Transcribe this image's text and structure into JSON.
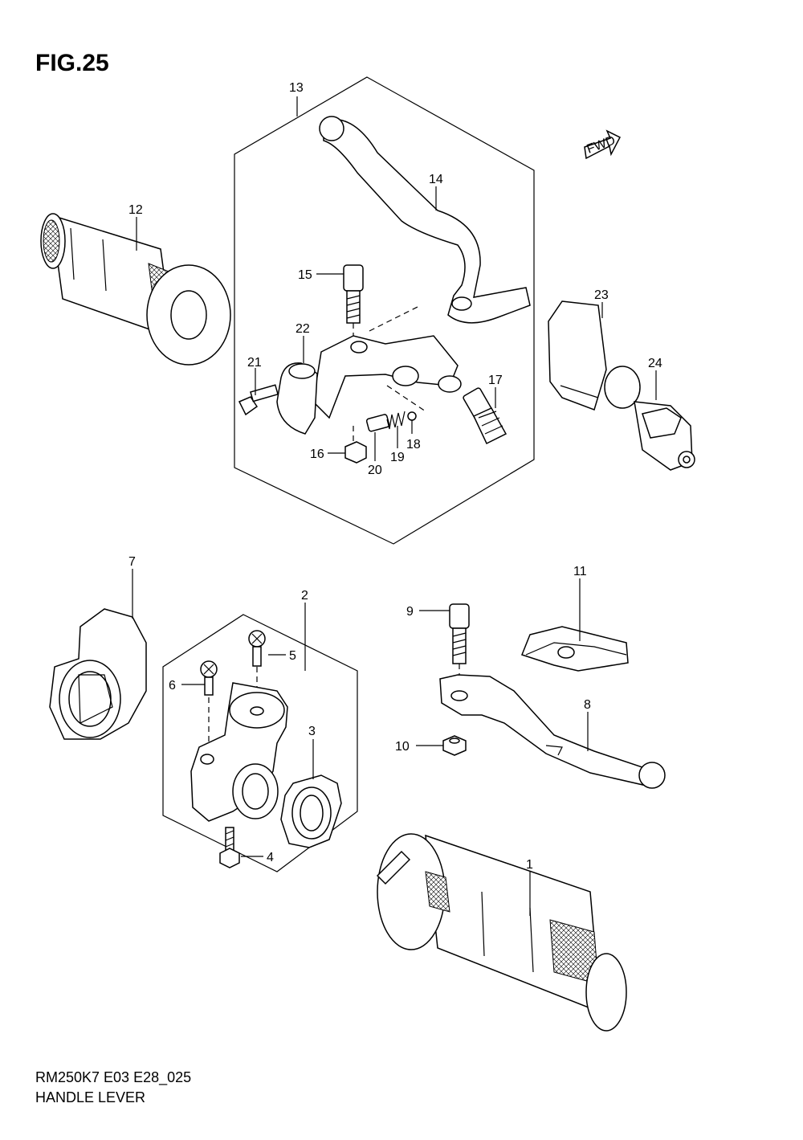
{
  "figure_title": "FIG.25",
  "drawing_code": "RM250K7 E03 E28_025",
  "caption": "HANDLE LEVER",
  "fwd_label": "FWD",
  "callouts": [
    "1",
    "2",
    "3",
    "4",
    "5",
    "6",
    "7",
    "8",
    "9",
    "10",
    "11",
    "12",
    "13",
    "14",
    "15",
    "16",
    "17",
    "18",
    "19",
    "20",
    "21",
    "22",
    "23",
    "24"
  ]
}
